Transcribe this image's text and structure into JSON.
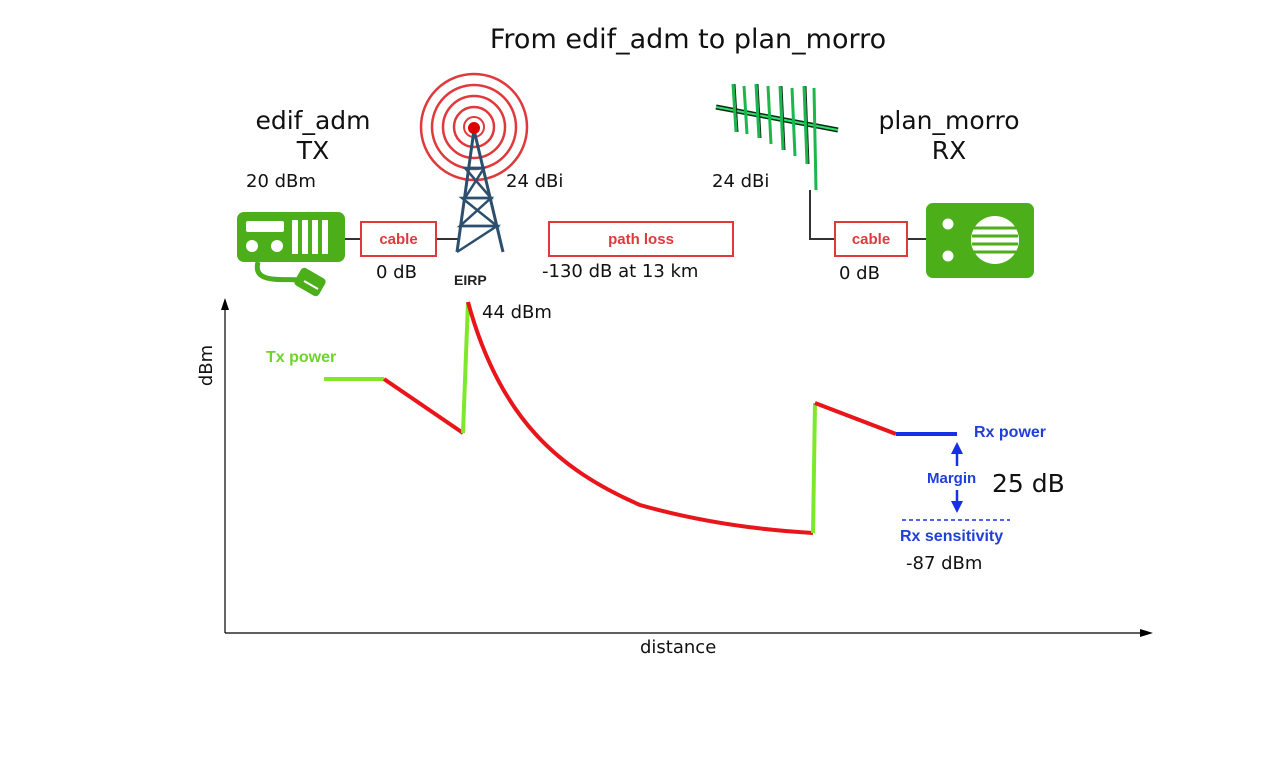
{
  "title": "From edif_adm to plan_morro",
  "tx": {
    "name": "edif_adm",
    "role": "TX",
    "power": "20 dBm",
    "antenna_gain": "24 dBi",
    "cable_label": "cable",
    "cable_loss": "0 dB"
  },
  "rx": {
    "name": "plan_morro",
    "role": "RX",
    "antenna_gain": "24 dBi",
    "cable_label": "cable",
    "cable_loss": "0 dB"
  },
  "path": {
    "label": "path loss",
    "value": "-130 dB at 13 km"
  },
  "eirp": {
    "label": "EIRP",
    "value": "44 dBm"
  },
  "graph": {
    "ylabel": "dBm",
    "xlabel": "distance",
    "tx_power_label": "Tx power",
    "rx_power_label": "Rx power",
    "margin_label": "Margin",
    "margin_value": "25 dB",
    "rx_sensitivity_label": "Rx sensitivity",
    "rx_sensitivity_value": "-87 dBm"
  },
  "colors": {
    "cable_red": "#e0393b",
    "gain_green": "#7ee82a",
    "loss_red": "#e8161b",
    "rx_blue": "#1530e6",
    "device_green": "#4caf1a"
  }
}
